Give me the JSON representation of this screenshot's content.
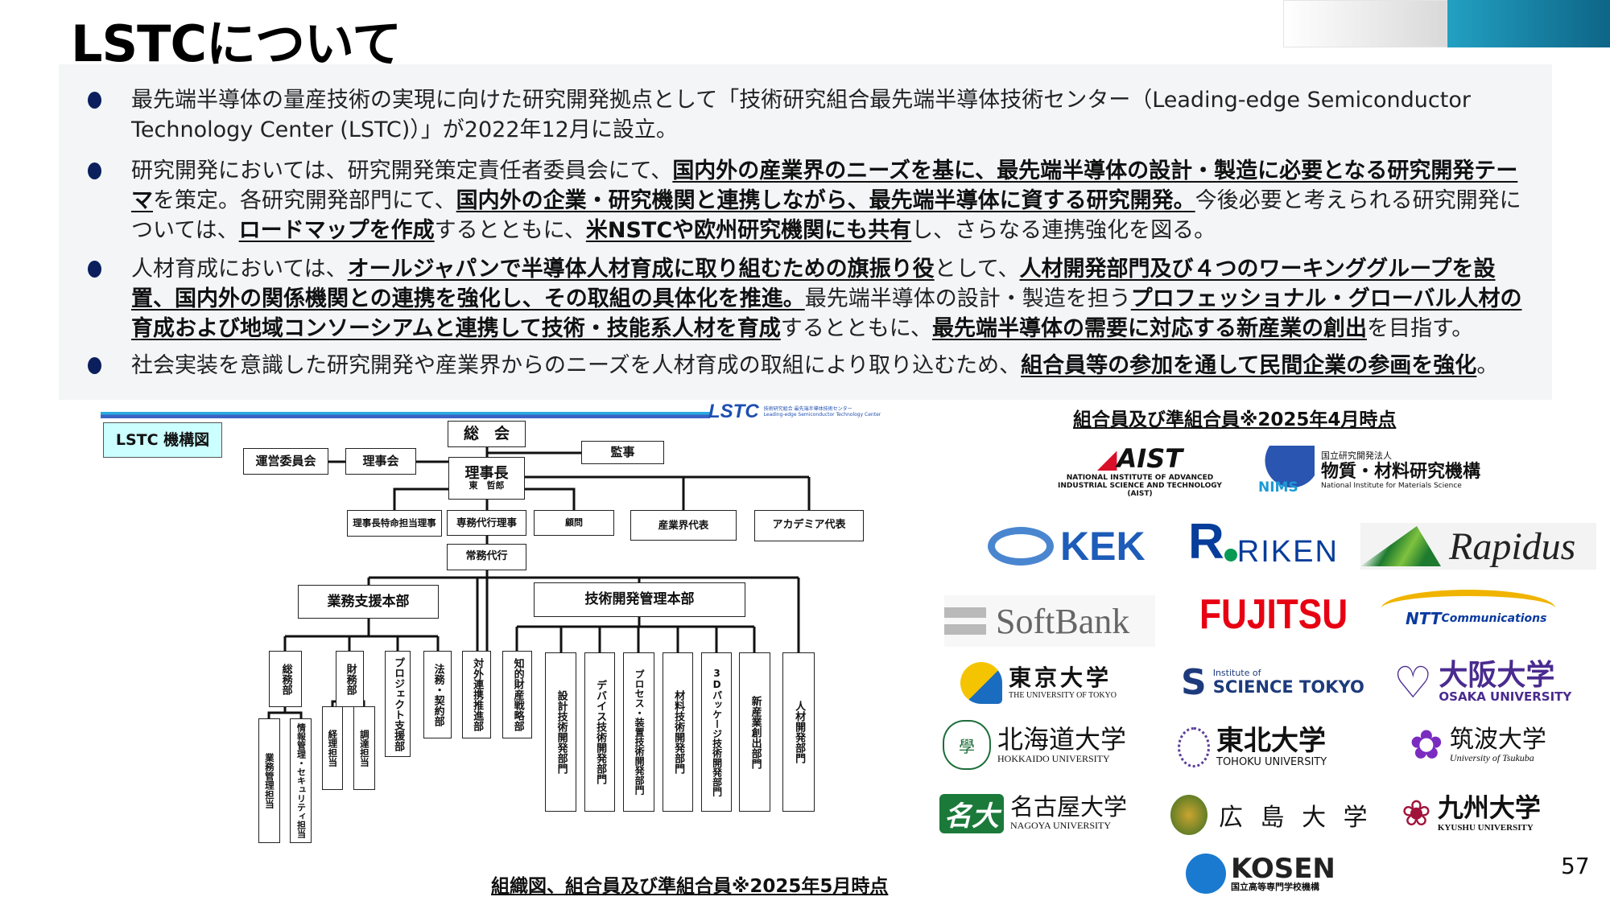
{
  "title": "LSTCについて",
  "bullets": [
    [
      {
        "t": "最先端半導体の量産技術の実現に向けた研究開発拠点として「技術研究組合最先端半導体技術センター（Leading-edge Semiconductor Technology Center (LSTC)）」が2022年12月に設立。"
      }
    ],
    [
      {
        "t": "研究開発においては、研究開発策定責任者委員会にて、"
      },
      {
        "t": "国内外の産業界のニーズを基に、最先端半導体の設計・製造に必要となる研究開発テーマ",
        "u": true
      },
      {
        "t": "を策定。各研究開発部門にて、"
      },
      {
        "t": "国内外の企業・研究機関と連携しながら、最先端半導体に資する研究開発。",
        "u": true
      },
      {
        "t": "今後必要と考えられる研究開発については、"
      },
      {
        "t": "ロードマップを作成",
        "u": true
      },
      {
        "t": "するとともに、"
      },
      {
        "t": "米NSTCや欧州研究機関にも共有",
        "u": true
      },
      {
        "t": "し、さらなる連携強化を図る。"
      }
    ],
    [
      {
        "t": "人材育成においては、"
      },
      {
        "t": "オールジャパンで半導体人材育成に取り組むための旗振り役",
        "u": true
      },
      {
        "t": "として、"
      },
      {
        "t": "人材開発部門及び４つのワーキンググループを設置、国内外の関係機関との連携を強化し、その取組の具体化を推進。",
        "u": true
      },
      {
        "t": "最先端半導体の設計・製造を担う"
      },
      {
        "t": "プロフェッショナル・グローバル人材の育成および地域コンソーシアムと連携して技術・技能系人材を育成",
        "u": true
      },
      {
        "t": "するとともに、"
      },
      {
        "t": "最先端半導体の需要に対応する新産業の創出",
        "u": true
      },
      {
        "t": "を目指す。"
      }
    ],
    [
      {
        "t": "社会実装を意識した研究開発や産業界からのニーズを人材育成の取組により取り込むため、"
      },
      {
        "t": "組合員等の参加を通して民間企業の参画を強化",
        "u": true
      },
      {
        "t": "。"
      }
    ]
  ],
  "org": {
    "logo": {
      "name": "LSTC",
      "jp": "技術研究組合 最先端半導体技術センター",
      "en": "Leading-edge Semiconductor Technology Center"
    },
    "title": "LSTC 機構図",
    "boxes": {
      "general_meeting": "総　会",
      "steering": "運営委員会",
      "board": "理事会",
      "auditor": "監事",
      "chairman": "理事長",
      "chairman_name": "東　哲郎",
      "special": "理事長特命担当理事",
      "exec_deputy": "専務代行理事",
      "advisor": "顧問",
      "industry": "産業界代表",
      "academia": "アカデミア代表",
      "managing_deputy": "常務代行",
      "biz_support": "業務支援本部",
      "tech_mgmt": "技術開発管理本部",
      "general_affairs": "総務部",
      "finance": "財務部",
      "project_support": "プロジェクト支援部",
      "legal": "法務・契約部",
      "external": "対外連携推進部",
      "ip": "知的財産戦略部",
      "design": "設計技術開発部門",
      "device": "デバイス技術開発部門",
      "process": "プロセス・装置技術開発部門",
      "material": "材料技術開発部門",
      "pkg": "3Dパッケージ技術開発部門",
      "new_industry": "新産業創出部門",
      "hr": "人材開発部門",
      "biz_mgmt": "業務管理担当",
      "infosec": "情報管理・セキュリティ担当",
      "accounting": "経理担当",
      "procurement": "調達担当"
    },
    "caption": "組織図、組合員及び準組合員※2025年5月時点"
  },
  "members": {
    "title": "組合員及び準組合員※2025年4月時点",
    "logos": {
      "aist": {
        "main": "AIST",
        "sub": "NATIONAL INSTITUTE OF ADVANCED INDUSTRIAL SCIENCE AND TECHNOLOGY (AIST)"
      },
      "nims": {
        "mark": "NIMS",
        "pre": "国立研究開発法人",
        "main": "物質・材料研究機構",
        "sub": "National Institute for Materials Science"
      },
      "kek": "KEK",
      "riken": "RIKEN",
      "rapidus": "Rapidus",
      "softbank": "SoftBank",
      "fujitsu": "FUJITSU",
      "ntt": {
        "a": "NTT",
        "b": "Communications"
      },
      "utokyo": {
        "main": "東京大学",
        "sub": "THE UNIVERSITY OF TOKYO"
      },
      "sciencetokyo": {
        "pre": "Institute of",
        "main": "SCIENCE TOKYO"
      },
      "osaka": {
        "main": "大阪大学",
        "sub": "OSAKA UNIVERSITY"
      },
      "hokkaido": {
        "main": "北海道大学",
        "sub": "HOKKAIDO UNIVERSITY"
      },
      "tohoku": {
        "main": "東北大学",
        "sub": "TOHOKU UNIVERSITY"
      },
      "tsukuba": {
        "main": "筑波大学",
        "sub": "University of Tsukuba"
      },
      "nagoya": {
        "main": "名古屋大学",
        "sub": "NAGOYA UNIVERSITY"
      },
      "hiroshima": {
        "main": "広 島 大 学"
      },
      "kyushu": {
        "main": "九州大学",
        "sub": "KYUSHU UNIVERSITY"
      },
      "kosen": {
        "main": "KOSEN",
        "sub": "国立高等専門学校機構"
      }
    }
  },
  "page_number": "57",
  "colors": {
    "bullet": "#0b1f5c",
    "panel": "#f3f5f7",
    "org_title_bg": "#ccffff",
    "accent": "#1e4fb0"
  }
}
